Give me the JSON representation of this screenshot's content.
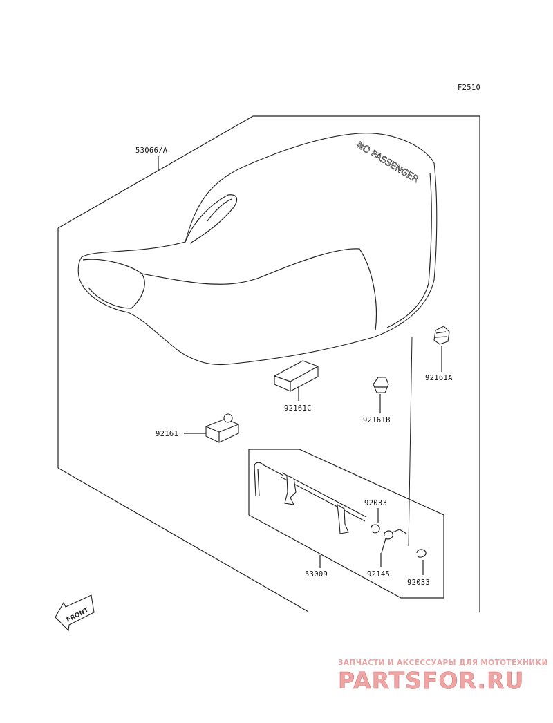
{
  "figure_code": "F2510",
  "parts": [
    {
      "number": "53066/A"
    },
    {
      "number": "92161A"
    },
    {
      "number": "92161C"
    },
    {
      "number": "92161B"
    },
    {
      "number": "92161"
    },
    {
      "number": "92033"
    },
    {
      "number": "92145"
    },
    {
      "number": "92033"
    },
    {
      "number": "53009"
    }
  ],
  "seat_text": "NO PASSENGER",
  "front_arrow": {
    "label": "FRONT",
    "icon": "front-arrow-icon"
  },
  "watermark": {
    "tagline": "ЗАПЧАСТИ И АКСЕССУАРЫ ДЛЯ МОТОТЕХНИКИ",
    "brand_main": "PARTS",
    "brand_for": "FOR",
    "brand_tld": ".RU",
    "color": "#f0a5a5"
  }
}
